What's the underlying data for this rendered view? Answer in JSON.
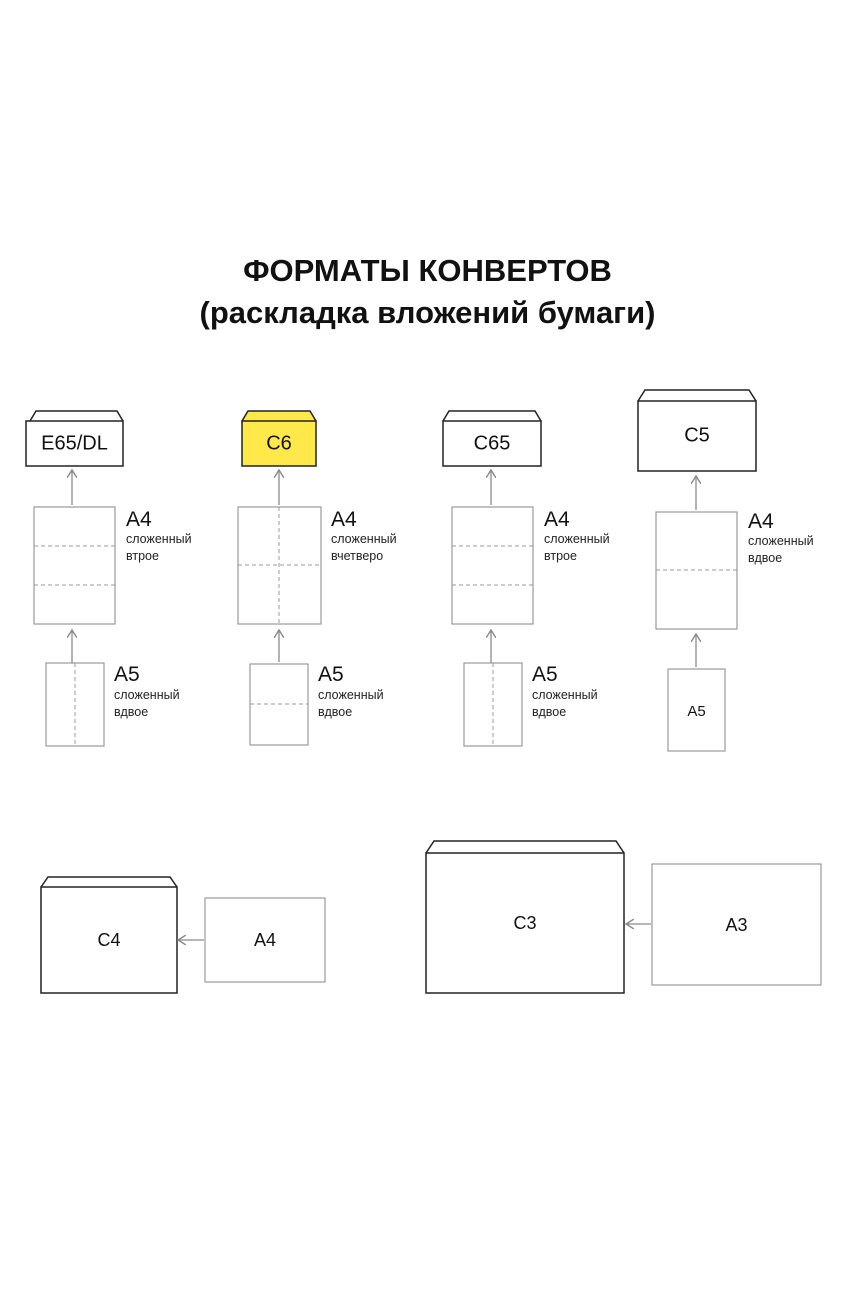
{
  "title": {
    "line1": "ФОРМАТЫ КОНВЕРТОВ",
    "line2": "(раскладка вложений бумаги)"
  },
  "colors": {
    "highlight": "#ffe94a",
    "envelope_stroke": "#222222",
    "paper_stroke": "#9a9a9a",
    "fold_line": "#999999",
    "arrow": "#8a8a8a"
  },
  "columns": [
    {
      "envelope": "E65/DL",
      "highlight": false,
      "a4": {
        "label": "А4",
        "note1": "сложенный",
        "note2": "втрое"
      },
      "a5": {
        "label": "А5",
        "note1": "сложенный",
        "note2": "вдвое"
      }
    },
    {
      "envelope": "C6",
      "highlight": true,
      "a4": {
        "label": "А4",
        "note1": "сложенный",
        "note2": "вчетверо"
      },
      "a5": {
        "label": "А5",
        "note1": "сложенный",
        "note2": "вдвое"
      }
    },
    {
      "envelope": "C65",
      "highlight": false,
      "a4": {
        "label": "А4",
        "note1": "сложенный",
        "note2": "втрое"
      },
      "a5": {
        "label": "А5",
        "note1": "сложенный",
        "note2": "вдвое"
      }
    },
    {
      "envelope": "C5",
      "highlight": false,
      "a4": {
        "label": "А4",
        "note1": "сложенный",
        "note2": "вдвое"
      },
      "a5": {
        "label": "А5"
      }
    }
  ],
  "bottom": [
    {
      "envelope": "C4",
      "paper": "A4"
    },
    {
      "envelope": "C3",
      "paper": "A3"
    }
  ]
}
